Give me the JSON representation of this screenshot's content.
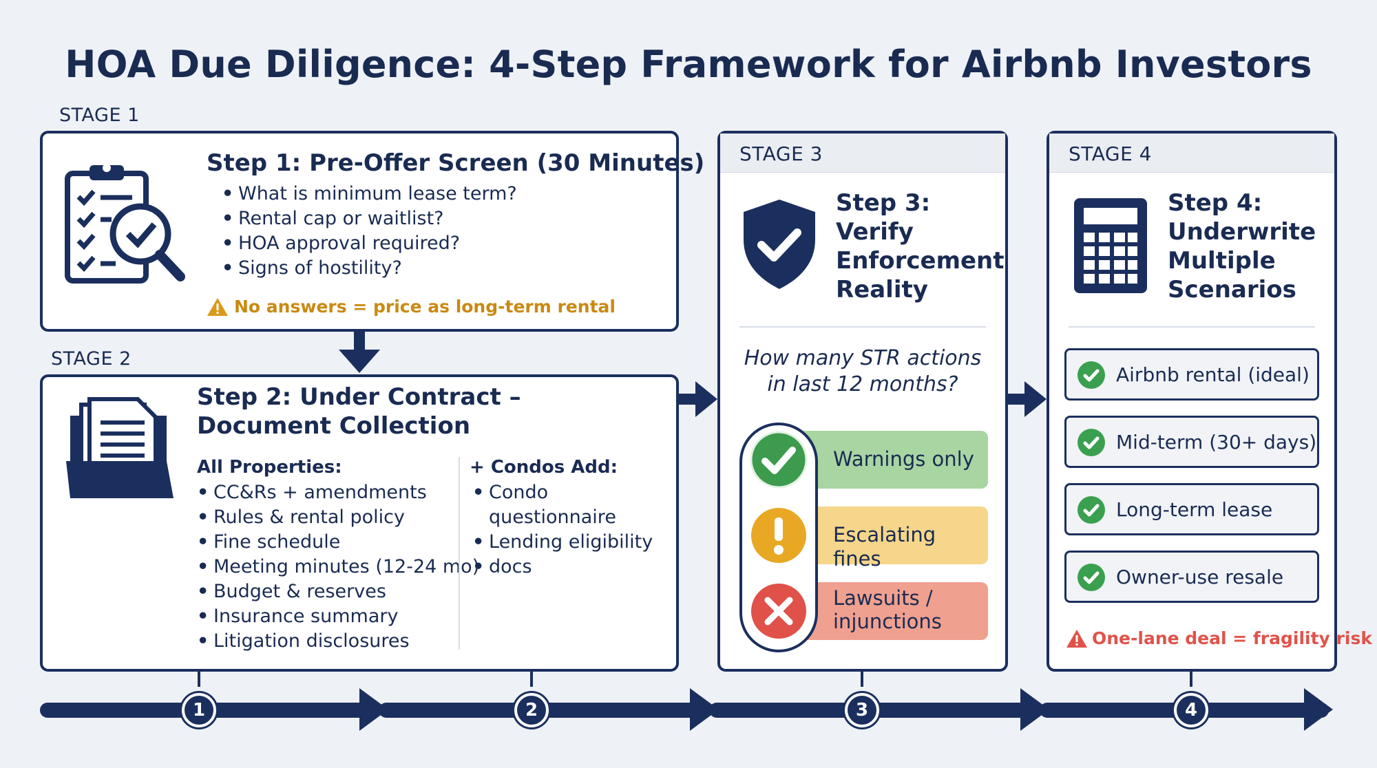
{
  "title": "HOA Due Diligence: 4-Step Framework for Airbnb Investors",
  "colors": {
    "navy": "#1b2f5e",
    "warning_yellow": "#c98a12",
    "warning_red": "#e0534a",
    "check_green": "#3aa04f",
    "bar_green": "#a8d5a2",
    "bar_yellow": "#f6d68a",
    "bar_red": "#f0a08f"
  },
  "stage1": {
    "stage_label": "STAGE 1",
    "icon": "clipboard-magnifier-icon",
    "title": "Step 1: Pre-Offer Screen (30 Minutes)",
    "bullets": [
      "What is minimum lease term?",
      "Rental cap or waitlist?",
      "HOA approval required?",
      "Signs of hostility?"
    ],
    "warning_icon": "warning-triangle-icon",
    "warning": "No answers = price as long-term rental"
  },
  "stage2": {
    "stage_label": "STAGE 2",
    "icon": "document-folder-icon",
    "title_line1": "Step 2: Under Contract –",
    "title_line2": "Document Collection",
    "all_properties_heading": "All Properties:",
    "all_properties": [
      "CC&Rs + amendments",
      "Rules & rental policy",
      "Fine schedule",
      "Meeting minutes (12-24 mo)",
      "Budget & reserves",
      "Insurance summary",
      "Litigation disclosures"
    ],
    "condos_heading": "+ Condos Add:",
    "condos": [
      "Condo questionnaire",
      "Lending eligibility",
      "docs"
    ]
  },
  "stage3": {
    "stage_label": "STAGE 3",
    "icon": "shield-check-icon",
    "title_lines": [
      "Step 3:",
      "Verify",
      "Enforcement",
      "Reality"
    ],
    "question_line1": "How many STR actions",
    "question_line2": "in last 12 months?",
    "levels": [
      {
        "icon": "check-circle-icon",
        "label": "Warnings only"
      },
      {
        "icon": "exclamation-circle-icon",
        "label": "Escalating fines"
      },
      {
        "icon": "x-circle-icon",
        "label_line1": "Lawsuits /",
        "label_line2": "injunctions"
      }
    ]
  },
  "stage4": {
    "stage_label": "STAGE 4",
    "icon": "calculator-icon",
    "title_lines": [
      "Step 4:",
      "Underwrite",
      "Multiple",
      "Scenarios"
    ],
    "scenarios": [
      "Airbnb rental (ideal)",
      "Mid-term (30+ days)",
      "Long-term lease",
      "Owner-use resale"
    ],
    "warning_icon": "warning-triangle-icon",
    "warning": "One-lane deal = fragility risk"
  },
  "timeline": {
    "steps": [
      "1",
      "2",
      "3",
      "4"
    ]
  }
}
